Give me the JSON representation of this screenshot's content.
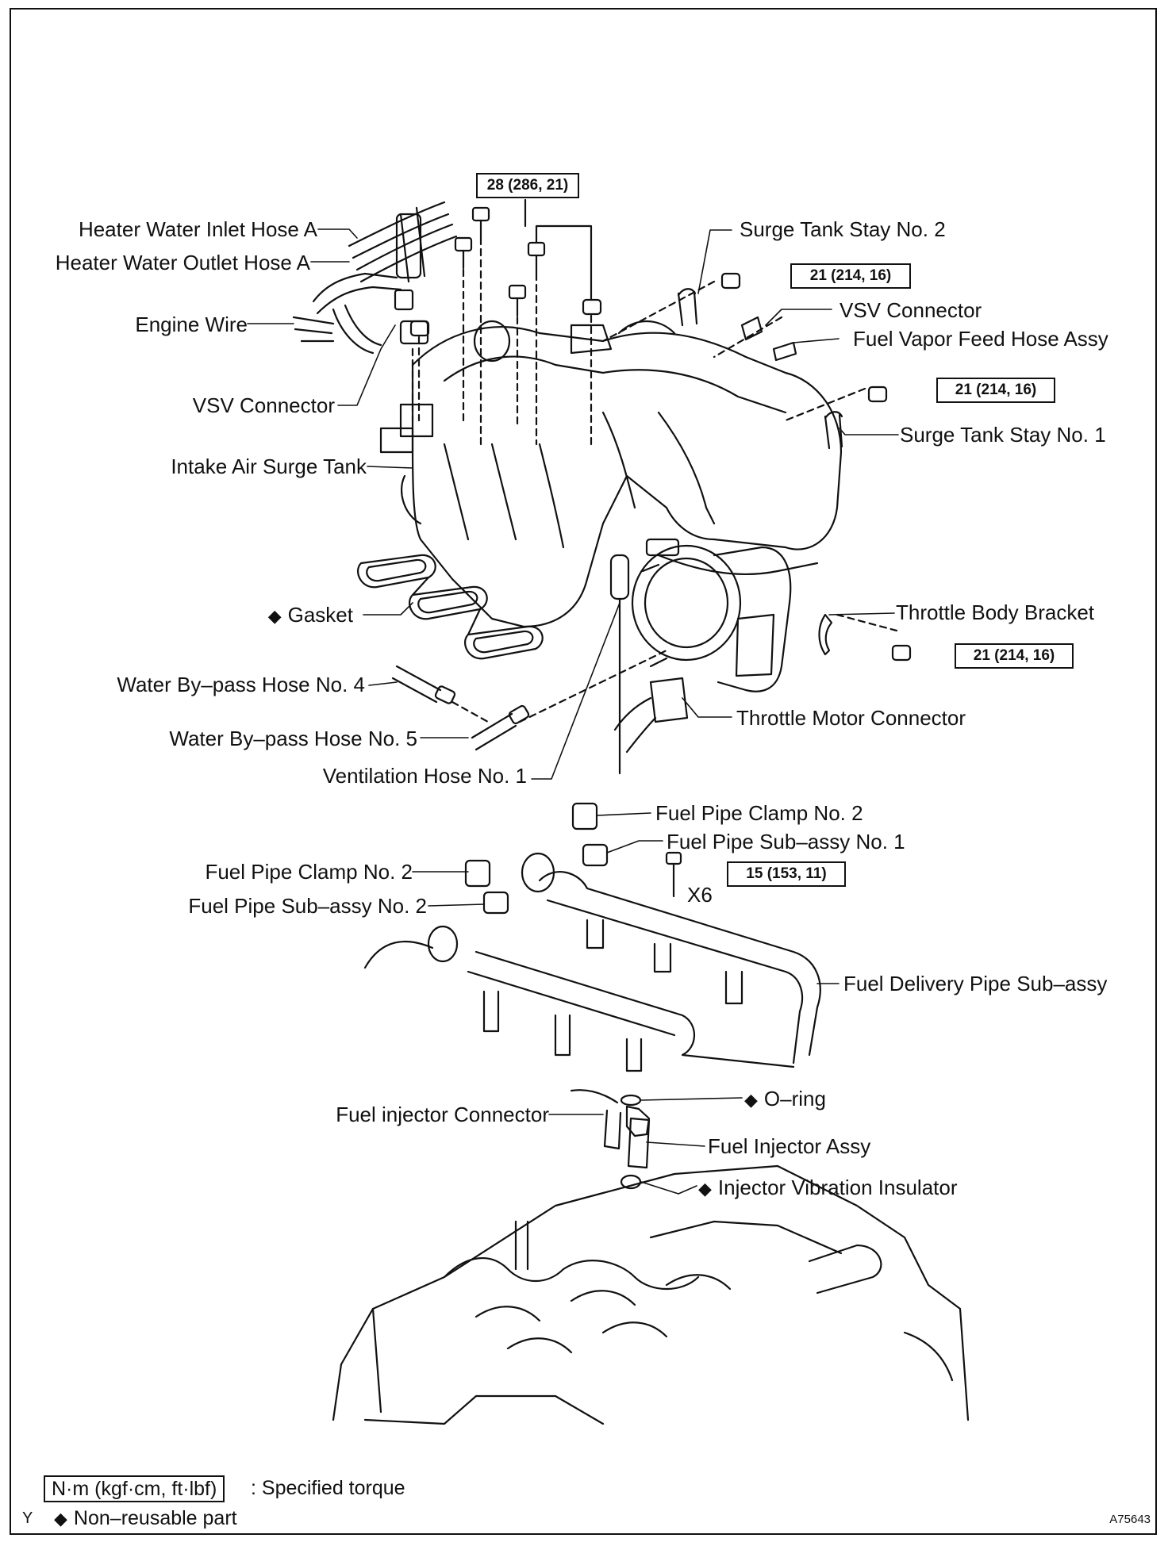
{
  "labels": {
    "heater_inlet_hose": "Heater Water Inlet Hose A",
    "heater_outlet_hose": "Heater Water Outlet Hose A",
    "engine_wire": "Engine Wire",
    "vsv_connector_left": "VSV Connector",
    "intake_surge_tank": "Intake Air Surge Tank",
    "gasket": "Gasket",
    "water_bypass_4": "Water By–pass Hose No. 4",
    "water_bypass_5": "Water By–pass Hose No. 5",
    "ventilation_hose": "Ventilation Hose No. 1",
    "surge_stay_2": "Surge Tank Stay No. 2",
    "vsv_connector_right": "VSV Connector",
    "fuel_vapor_hose": "Fuel Vapor Feed Hose Assy",
    "surge_stay_1": "Surge Tank Stay No. 1",
    "throttle_bracket": "Throttle Body Bracket",
    "throttle_motor_connector": "Throttle Motor Connector",
    "fuel_clamp_2_right": "Fuel Pipe Clamp No. 2",
    "fuel_pipe_1": "Fuel Pipe Sub–assy No. 1",
    "fuel_clamp_2_left": "Fuel Pipe Clamp No. 2",
    "fuel_pipe_2": "Fuel Pipe Sub–assy No. 2",
    "x6": "X6",
    "fuel_delivery_pipe": "Fuel Delivery Pipe Sub–assy",
    "o_ring": "O–ring",
    "injector_connector": "Fuel injector Connector",
    "injector_assy": "Fuel Injector Assy",
    "injector_insulator": "Injector Vibration Insulator"
  },
  "torques": {
    "t1": "28 (286, 21)",
    "t2": "21 (214, 16)",
    "t3": "21 (214, 16)",
    "t4": "21 (214, 16)",
    "t5": "15 (153, 11)"
  },
  "legend": {
    "torque_unit": "N·m (kgf·cm, ft·lbf)",
    "torque_desc": ": Specified torque",
    "nonreusable": "Non–reusable part",
    "diamond": "◆"
  },
  "corner_letter": "Y",
  "figure_code": "A75643"
}
